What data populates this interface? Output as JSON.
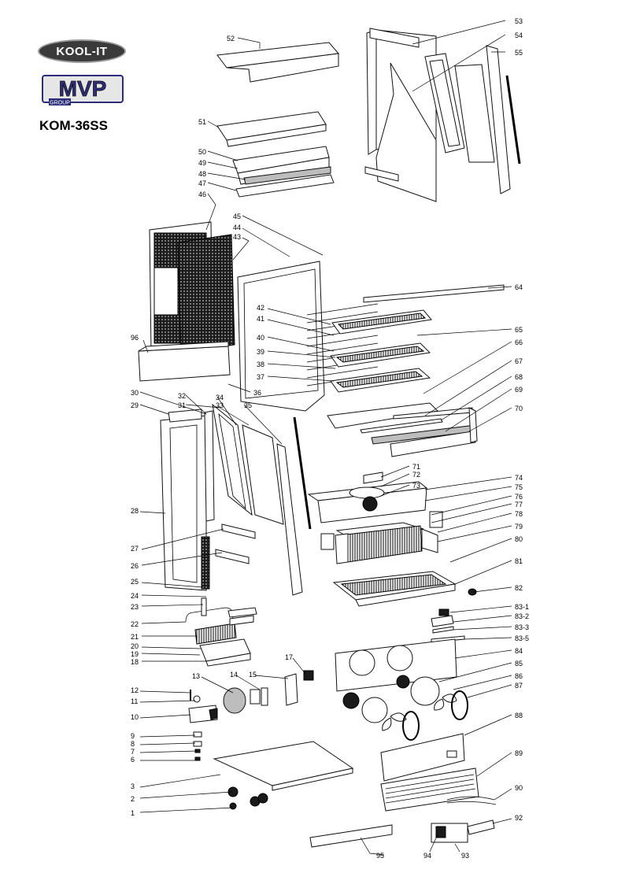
{
  "brand": {
    "logo_text": "KOOL-IT",
    "mvp_text": "MVP",
    "group_text": "GROUP",
    "model": "KOM-36SS"
  },
  "parts": [
    {
      "id": "p1",
      "num": "1"
    },
    {
      "id": "p2",
      "num": "2"
    },
    {
      "id": "p3",
      "num": "3"
    },
    {
      "id": "p6",
      "num": "6"
    },
    {
      "id": "p7",
      "num": "7"
    },
    {
      "id": "p8",
      "num": "8"
    },
    {
      "id": "p9",
      "num": "9"
    },
    {
      "id": "p10",
      "num": "10"
    },
    {
      "id": "p11",
      "num": "11"
    },
    {
      "id": "p12",
      "num": "12"
    },
    {
      "id": "p13",
      "num": "13"
    },
    {
      "id": "p14",
      "num": "14"
    },
    {
      "id": "p15",
      "num": "15"
    },
    {
      "id": "p17",
      "num": "17"
    },
    {
      "id": "p18",
      "num": "18"
    },
    {
      "id": "p19",
      "num": "19"
    },
    {
      "id": "p20",
      "num": "20"
    },
    {
      "id": "p21",
      "num": "21"
    },
    {
      "id": "p22",
      "num": "22"
    },
    {
      "id": "p23",
      "num": "23"
    },
    {
      "id": "p24",
      "num": "24"
    },
    {
      "id": "p25",
      "num": "25"
    },
    {
      "id": "p26",
      "num": "26"
    },
    {
      "id": "p27",
      "num": "27"
    },
    {
      "id": "p28",
      "num": "28"
    },
    {
      "id": "p29",
      "num": "29"
    },
    {
      "id": "p30",
      "num": "30"
    },
    {
      "id": "p31",
      "num": "31"
    },
    {
      "id": "p32",
      "num": "32"
    },
    {
      "id": "p33",
      "num": "33"
    },
    {
      "id": "p34",
      "num": "34"
    },
    {
      "id": "p35",
      "num": "35"
    },
    {
      "id": "p36",
      "num": "36"
    },
    {
      "id": "p37",
      "num": "37"
    },
    {
      "id": "p38",
      "num": "38"
    },
    {
      "id": "p39",
      "num": "39"
    },
    {
      "id": "p40",
      "num": "40"
    },
    {
      "id": "p41",
      "num": "41"
    },
    {
      "id": "p42",
      "num": "42"
    },
    {
      "id": "p43",
      "num": "43"
    },
    {
      "id": "p44",
      "num": "44"
    },
    {
      "id": "p45",
      "num": "45"
    },
    {
      "id": "p46",
      "num": "46"
    },
    {
      "id": "p47",
      "num": "47"
    },
    {
      "id": "p48",
      "num": "48"
    },
    {
      "id": "p49",
      "num": "49"
    },
    {
      "id": "p50",
      "num": "50"
    },
    {
      "id": "p51",
      "num": "51"
    },
    {
      "id": "p52",
      "num": "52"
    },
    {
      "id": "p53",
      "num": "53"
    },
    {
      "id": "p54",
      "num": "54"
    },
    {
      "id": "p55",
      "num": "55"
    },
    {
      "id": "p64",
      "num": "64"
    },
    {
      "id": "p65",
      "num": "65"
    },
    {
      "id": "p66",
      "num": "66"
    },
    {
      "id": "p67",
      "num": "67"
    },
    {
      "id": "p68",
      "num": "68"
    },
    {
      "id": "p69",
      "num": "69"
    },
    {
      "id": "p70",
      "num": "70"
    },
    {
      "id": "p71",
      "num": "71"
    },
    {
      "id": "p72",
      "num": "72"
    },
    {
      "id": "p73",
      "num": "73"
    },
    {
      "id": "p74",
      "num": "74"
    },
    {
      "id": "p75",
      "num": "75"
    },
    {
      "id": "p76",
      "num": "76"
    },
    {
      "id": "p77",
      "num": "77"
    },
    {
      "id": "p78",
      "num": "78"
    },
    {
      "id": "p79",
      "num": "79"
    },
    {
      "id": "p80",
      "num": "80"
    },
    {
      "id": "p81",
      "num": "81"
    },
    {
      "id": "p82",
      "num": "82"
    },
    {
      "id": "p83_1",
      "num": "83-1"
    },
    {
      "id": "p83_2",
      "num": "83-2"
    },
    {
      "id": "p83_3",
      "num": "83-3"
    },
    {
      "id": "p83_5",
      "num": "83-5"
    },
    {
      "id": "p84",
      "num": "84"
    },
    {
      "id": "p85",
      "num": "85"
    },
    {
      "id": "p86",
      "num": "86"
    },
    {
      "id": "p87",
      "num": "87"
    },
    {
      "id": "p88",
      "num": "88"
    },
    {
      "id": "p89",
      "num": "89"
    },
    {
      "id": "p90",
      "num": "90"
    },
    {
      "id": "p92",
      "num": "92"
    },
    {
      "id": "p93",
      "num": "93"
    },
    {
      "id": "p94",
      "num": "94"
    },
    {
      "id": "p95",
      "num": "95"
    },
    {
      "id": "p96",
      "num": "96"
    }
  ]
}
